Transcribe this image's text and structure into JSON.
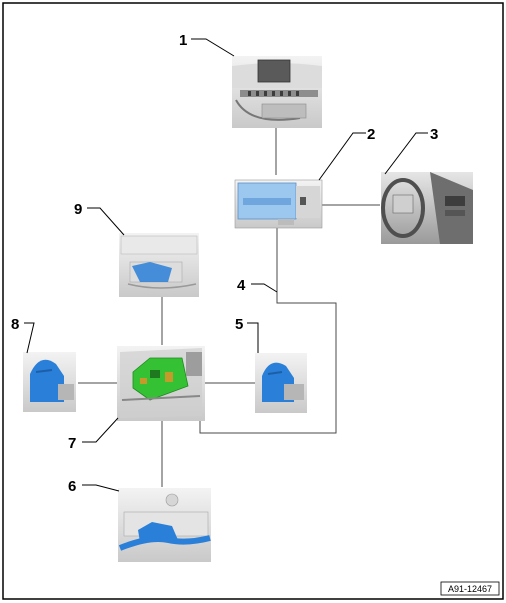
{
  "callouts": {
    "c1": "1",
    "c2": "2",
    "c3": "3",
    "c4": "4",
    "c5": "5",
    "c6": "6",
    "c7": "7",
    "c8": "8",
    "c9": "9"
  },
  "figure_ref": "A91-12467",
  "colors": {
    "component_highlight": "#2a7fd8",
    "module_highlight": "#34c234",
    "display_screen": "#9cc8f0",
    "line": "#4a4a4a"
  }
}
